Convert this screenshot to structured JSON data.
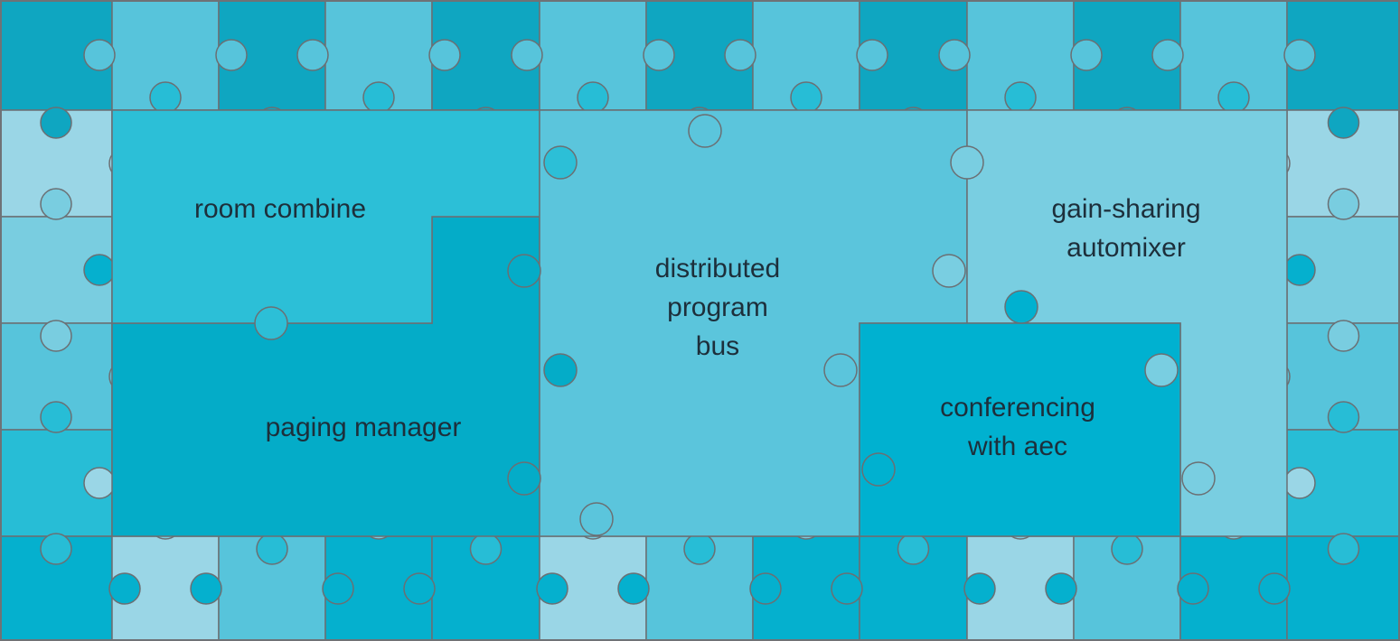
{
  "diagram": {
    "palette": {
      "border": "#6f7276",
      "outline": "#6b6f73",
      "tile_shades": [
        "#0fa6c1",
        "#05b0ce",
        "#27bdd6",
        "#57c4db",
        "#79cde0",
        "#9ad6e6"
      ],
      "block_room_combine": "#2cbfd7",
      "block_paging_manager": "#04acc8",
      "block_distributed_bus": "#5bc5dc",
      "block_gain_sharing": "#79cee1",
      "block_conferencing": "#00b1d0"
    },
    "pieces": [
      {
        "id": "room_combine",
        "lines": [
          "room combine"
        ]
      },
      {
        "id": "paging_manager",
        "lines": [
          "paging manager"
        ]
      },
      {
        "id": "distributed_program_bus",
        "lines": [
          "distributed",
          "program",
          "bus"
        ]
      },
      {
        "id": "gain_sharing_automixer",
        "lines": [
          "gain-sharing",
          "automixer"
        ]
      },
      {
        "id": "conferencing_with_aec",
        "lines": [
          "conferencing",
          "with aec"
        ]
      }
    ]
  }
}
